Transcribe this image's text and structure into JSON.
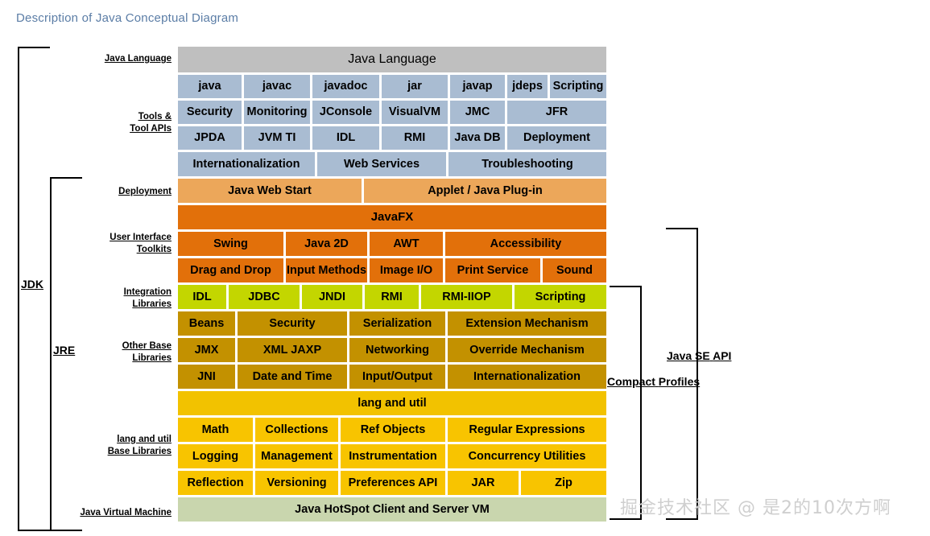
{
  "page": {
    "title": "Description of Java Conceptual Diagram",
    "watermark": "掘金技术社区 @ 是2的10次方啊"
  },
  "side_labels": {
    "java_language": "Java Language",
    "tools_line1": "Tools &",
    "tools_line2": "Tool APIs",
    "deployment": "Deployment",
    "ui_line1": "User Interface",
    "ui_line2": "Toolkits",
    "integration_line1": "Integration",
    "integration_line2": "Libraries",
    "other_line1": "Other Base",
    "other_line2": "Libraries",
    "langutil_line1": "lang and util",
    "langutil_line2": "Base Libraries",
    "jvm": "Java Virtual Machine"
  },
  "brackets": {
    "jdk": "JDK",
    "jre": "JRE",
    "compact_line1": "Compact",
    "compact_line2": "Profiles",
    "javase_line1": "Java SE",
    "javase_line2": "API"
  },
  "rows": {
    "java_language_header": "Java Language",
    "tools_r1": [
      "java",
      "javac",
      "javadoc",
      "jar",
      "javap",
      "jdeps",
      "Scripting"
    ],
    "tools_r2": [
      "Security",
      "Monitoring",
      "JConsole",
      "VisualVM",
      "JMC",
      "JFR"
    ],
    "tools_r3": [
      "JPDA",
      "JVM TI",
      "IDL",
      "RMI",
      "Java DB",
      "Deployment"
    ],
    "tools_r4": [
      "Internationalization",
      "Web Services",
      "Troubleshooting"
    ],
    "deployment_r1": [
      "Java Web Start",
      "Applet / Java Plug-in"
    ],
    "javafx_header": "JavaFX",
    "ui_r1": [
      "Swing",
      "Java 2D",
      "AWT",
      "Accessibility"
    ],
    "ui_r2": [
      "Drag and Drop",
      "Input Methods",
      "Image I/O",
      "Print Service",
      "Sound"
    ],
    "integration_r1": [
      "IDL",
      "JDBC",
      "JNDI",
      "RMI",
      "RMI-IIOP",
      "Scripting"
    ],
    "other_r1": [
      "Beans",
      "Security",
      "Serialization",
      "Extension Mechanism"
    ],
    "other_r2": [
      "JMX",
      "XML JAXP",
      "Networking",
      "Override Mechanism"
    ],
    "other_r3": [
      "JNI",
      "Date and Time",
      "Input/Output",
      "Internationalization"
    ],
    "langutil_header": "lang and util",
    "langutil_r1": [
      "Math",
      "Collections",
      "Ref Objects",
      "Regular Expressions"
    ],
    "langutil_r2": [
      "Logging",
      "Management",
      "Instrumentation",
      "Concurrency Utilities"
    ],
    "langutil_r3": [
      "Reflection",
      "Versioning",
      "Preferences API",
      "JAR",
      "Zip"
    ],
    "jvm_row": "Java HotSpot Client and Server VM"
  },
  "colors": {
    "title": "#5b7da6",
    "java_language": "#bfbfbf",
    "tools": "#a9bcd2",
    "deployment": "#eca75a",
    "javafx": "#e2700a",
    "integration": "#c3d600",
    "other_base": "#c39100",
    "lang_util": "#f8c400",
    "jvm": "#c9d6ae",
    "watermark": "#cfcfcf"
  }
}
